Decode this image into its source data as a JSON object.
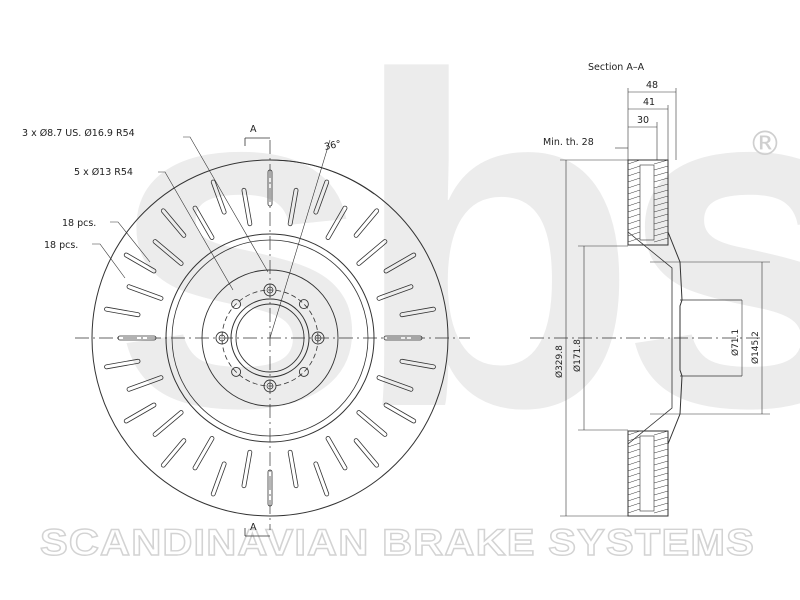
{
  "watermark": {
    "logo_text": "sbs",
    "registered_mark": "®",
    "company_name": "SCANDINAVIAN BRAKE SYSTEMS"
  },
  "front_view": {
    "bolt_holes_label": "3 x Ø8.7 US. Ø16.9 R54",
    "holes_label": "5 x Ø13 R54",
    "slots_outer_label": "18 pcs.",
    "slots_inner_label": "18 pcs.",
    "angle_label": "36°",
    "section_marker_top": "A",
    "section_marker_bottom": "A"
  },
  "section_view": {
    "title": "Section A–A",
    "width_48": "48",
    "width_41": "41",
    "width_30": "30",
    "min_thickness": "Min. th. 28",
    "outer_diameter": "Ø329.8",
    "hat_diameter": "Ø171.8",
    "inner_diameter": "Ø145.2",
    "bore_diameter": "Ø71.1"
  },
  "colors": {
    "line": "#333333",
    "watermark": "#ececec"
  }
}
